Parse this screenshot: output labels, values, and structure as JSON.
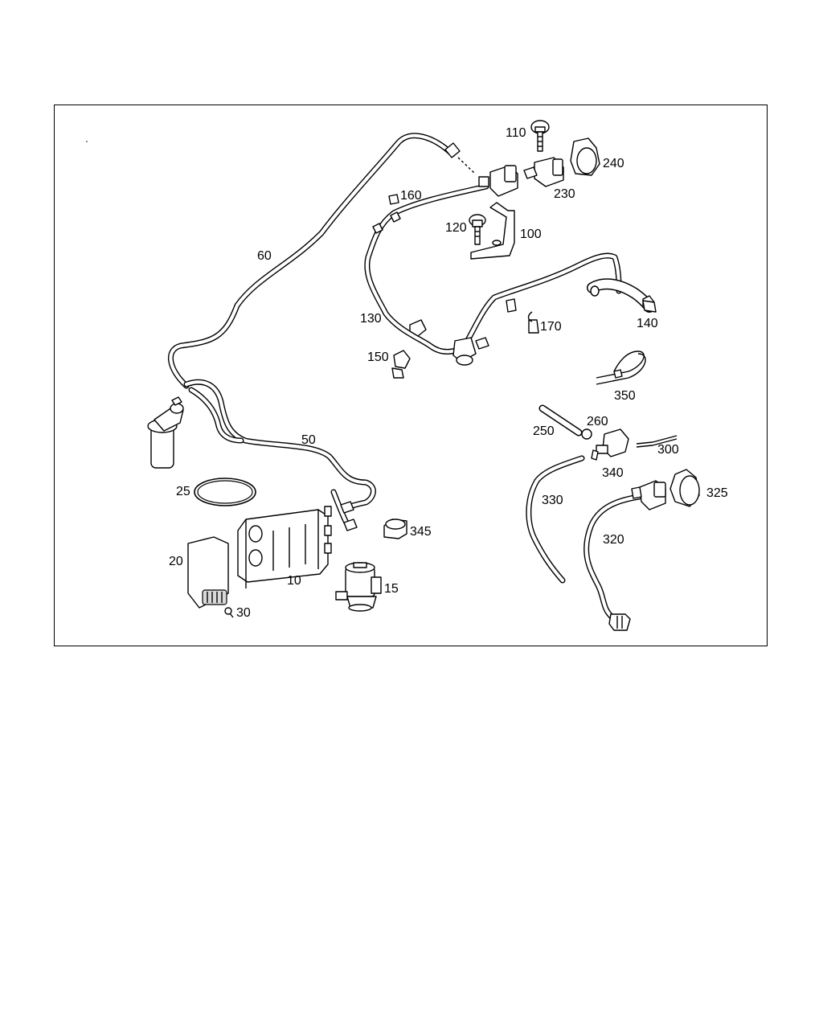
{
  "diagram": {
    "parts": [
      {
        "key": "p110",
        "label": "110"
      },
      {
        "key": "p240",
        "label": "240"
      },
      {
        "key": "p230",
        "label": "230"
      },
      {
        "key": "p160",
        "label": "160"
      },
      {
        "key": "p120",
        "label": "120"
      },
      {
        "key": "p100",
        "label": "100"
      },
      {
        "key": "p60",
        "label": "60"
      },
      {
        "key": "p130",
        "label": "130"
      },
      {
        "key": "p170",
        "label": "170"
      },
      {
        "key": "p140",
        "label": "140"
      },
      {
        "key": "p150",
        "label": "150"
      },
      {
        "key": "p350",
        "label": "350"
      },
      {
        "key": "p260",
        "label": "260"
      },
      {
        "key": "p250",
        "label": "250"
      },
      {
        "key": "p50",
        "label": "50"
      },
      {
        "key": "p300",
        "label": "300"
      },
      {
        "key": "p340",
        "label": "340"
      },
      {
        "key": "p25",
        "label": "25"
      },
      {
        "key": "p325",
        "label": "325"
      },
      {
        "key": "p330",
        "label": "330"
      },
      {
        "key": "p345",
        "label": "345"
      },
      {
        "key": "p320",
        "label": "320"
      },
      {
        "key": "p20",
        "label": "20"
      },
      {
        "key": "p10",
        "label": "10"
      },
      {
        "key": "p15",
        "label": "15"
      },
      {
        "key": "p30",
        "label": "30"
      }
    ]
  }
}
